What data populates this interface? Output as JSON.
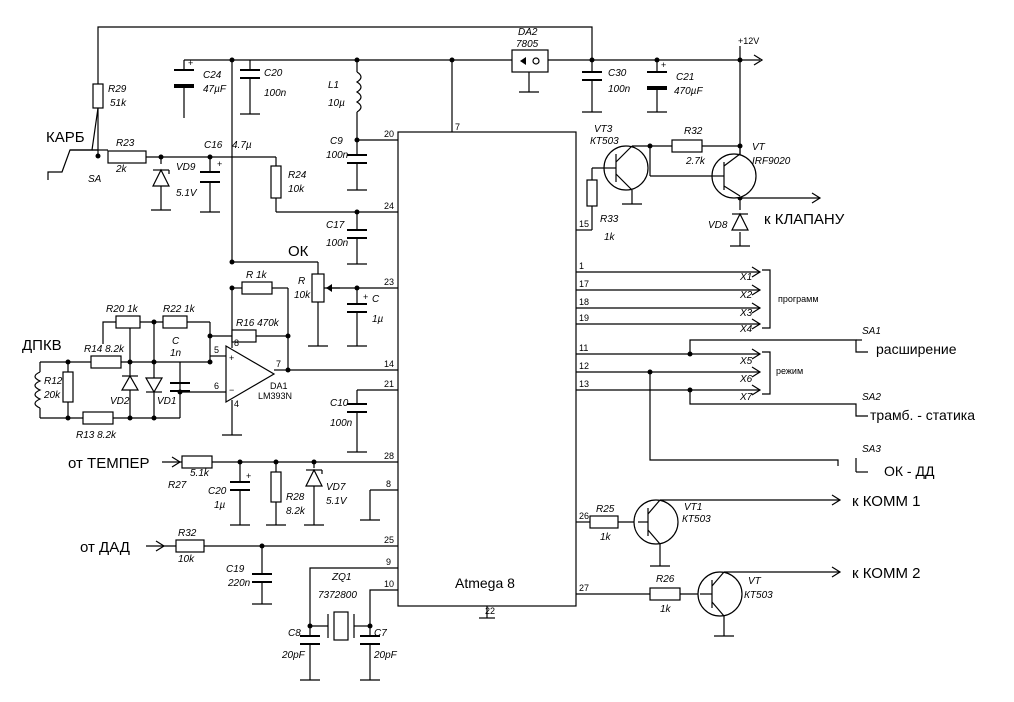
{
  "power": {
    "plus12": "+12V"
  },
  "mcu": {
    "name": "Atmega 8",
    "pins": {
      "p20": "20",
      "p7": "7",
      "p24": "24",
      "p23": "23",
      "p14": "14",
      "p21": "21",
      "p28": "28",
      "p8": "8",
      "p25": "25",
      "p9": "9",
      "p10": "10",
      "p22": "22",
      "p1": "1",
      "p17": "17",
      "p18": "18",
      "p19": "19",
      "p11": "11",
      "p12": "12",
      "p13": "13",
      "p26": "26",
      "p27": "27",
      "p15": "15"
    }
  },
  "regulator": {
    "ref": "DA2",
    "type": "7805"
  },
  "comparator": {
    "ref": "DA1",
    "type": "LM393N",
    "pins": {
      "p8": "8",
      "p5": "5",
      "p6": "6",
      "p7": "7",
      "p4": "4"
    }
  },
  "parts": {
    "r29": "R29",
    "r29v": "51k",
    "r23": "R23",
    "r23v": "2k",
    "c16": "C16",
    "c16v": "4.7µ",
    "vd9": "VD9",
    "vd9v": "5.1V",
    "c24": "C24",
    "c24v": "47µF",
    "c20a": "C20",
    "c20av": "100n",
    "l1": "L1",
    "l1v": "10µ",
    "c9": "C9",
    "c9v": "100n",
    "r24": "R24",
    "r24v": "10k",
    "c17": "C17",
    "c17v": "100n",
    "rpot": "R",
    "rpotv": "10k",
    "c": "C",
    "cv": "1µ",
    "r1k": "R 1k",
    "r20": "R20 1k",
    "r22": "R22 1k",
    "r16": "R16 470k",
    "r14": "R14 8.2k",
    "cn": "C",
    "cnv": "1n",
    "r12": "R12",
    "r12v": "20k",
    "r13": "R13 8.2k",
    "vd2": "VD2",
    "vd1": "VD1",
    "c10": "C10",
    "c10v": "100n",
    "r27": "R27",
    "r27v": "5.1k",
    "c20b": "C20",
    "c20bv": "1µ",
    "r28": "R28",
    "r28v": "8.2k",
    "vd7": "VD7",
    "vd7v": "5.1V",
    "r32a": "R32",
    "r32av": "10k",
    "c19": "C19",
    "c19v": "220n",
    "zq1": "ZQ1",
    "zq1v": "7372800",
    "c8": "C8",
    "c8v": "20pF",
    "c7": "C7",
    "c7v": "20pF",
    "c30": "C30",
    "c30v": "100n",
    "c21": "C21",
    "c21v": "470µF",
    "vt3": "VT3",
    "vt3v": "КТ503",
    "r32b": "R32",
    "r32bv": "2.7k",
    "vt": "VT",
    "vtv": "IRF9020",
    "r33": "R33",
    "r33v": "1k",
    "vd8": "VD8",
    "r25": "R25",
    "r25v": "1k",
    "vt1": "VT1",
    "vt1v": "КТ503",
    "r26": "R26",
    "r26v": "1k",
    "vt2": "VT",
    "vt2v": "КТ503",
    "sa": "SA",
    "sa1": "SA1",
    "sa2": "SA2",
    "sa3": "SA3",
    "x1": "X1",
    "x2": "X2",
    "x3": "X3",
    "x4": "X4",
    "x5": "X5",
    "x6": "X6",
    "x7": "X7"
  },
  "labels": {
    "karb": "КАРБ",
    "ok": "ОК",
    "dpkv": "ДПКВ",
    "temper": "от ТЕМПЕР",
    "dad": "от ДАД",
    "klapan": "к КЛАПАНУ",
    "programm": "программ",
    "rezhim": "режим",
    "rasshirenie": "расширение",
    "tramb": "трамб. - статика",
    "okdd": "ОК - ДД",
    "komm1": "к КОММ 1",
    "komm2": "к КОММ 2"
  }
}
